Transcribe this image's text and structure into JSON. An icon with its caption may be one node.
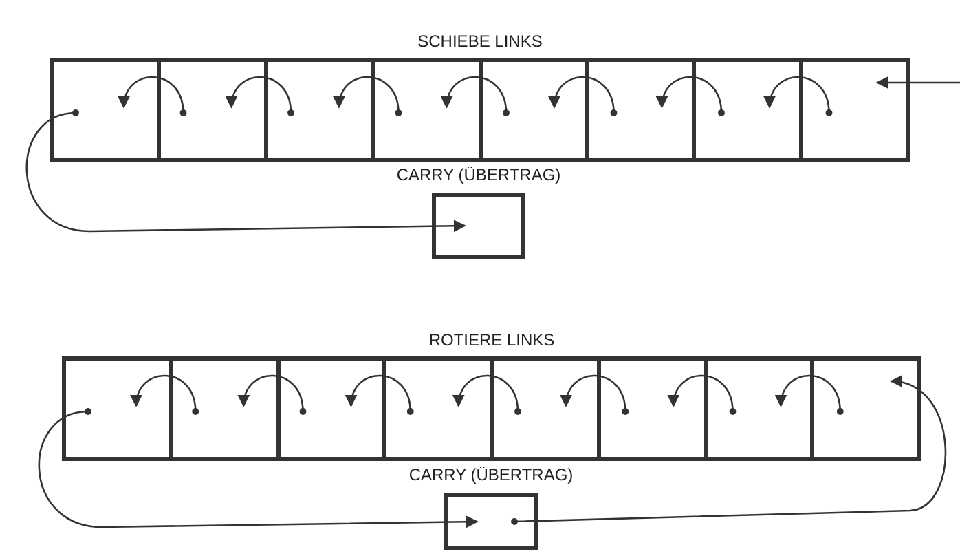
{
  "diagram": {
    "nodes": [
      {
        "text": [
          "SCHIEBE LINKS"
        ]
      },
      {
        "text": [],
        "shape": "box",
        "in": 0
      },
      {
        "text": [],
        "shape": "box",
        "in": 0
      },
      {
        "text": [],
        "shape": "box",
        "in": 0
      },
      {
        "text": [],
        "shape": "box",
        "in": 0
      },
      {
        "text": [],
        "shape": "box",
        "in": 0
      },
      {
        "text": [],
        "shape": "box",
        "in": 0
      },
      {
        "text": [],
        "shape": "box",
        "in": 0
      },
      {
        "text": [],
        "shape": "box",
        "in": 0
      },
      {
        "text": [
          "CARRY (ÜBERTRAG)"
        ]
      },
      {
        "text": [
          "ROTIERE LINKS"
        ]
      },
      {
        "text": [],
        "shape": "box",
        "in": 10
      },
      {
        "text": [],
        "shape": "box",
        "in": 10
      },
      {
        "text": [],
        "shape": "box",
        "in": 10
      },
      {
        "text": [],
        "shape": "box",
        "in": 10
      },
      {
        "text": [],
        "shape": "box",
        "in": 10
      },
      {
        "text": [],
        "shape": "box",
        "in": 10
      },
      {
        "text": [],
        "shape": "box",
        "in": 10
      },
      {
        "text": [],
        "shape": "box",
        "in": 10
      },
      {
        "text": [
          "CARRY (ÜBERTRAG)"
        ]
      }
    ],
    "edges": [
      {
        "from": 2,
        "to": 1,
        "arrow": "to"
      },
      {
        "from": 3,
        "to": 2,
        "arrow": "to"
      },
      {
        "from": 4,
        "to": 3,
        "arrow": "to"
      },
      {
        "from": 5,
        "to": 4,
        "arrow": "to"
      },
      {
        "from": 6,
        "to": 5,
        "arrow": "to"
      },
      {
        "from": 7,
        "to": 6,
        "arrow": "to"
      },
      {
        "from": 8,
        "to": 7,
        "arrow": "to"
      },
      {
        "from": null,
        "to": 8,
        "arrow": "to"
      },
      {
        "from": 1,
        "to": 9,
        "arrow": "to"
      },
      {
        "from": 12,
        "to": 11,
        "arrow": "to"
      },
      {
        "from": 13,
        "to": 12,
        "arrow": "to"
      },
      {
        "from": 14,
        "to": 13,
        "arrow": "to"
      },
      {
        "from": 15,
        "to": 14,
        "arrow": "to"
      },
      {
        "from": 16,
        "to": 15,
        "arrow": "to"
      },
      {
        "from": 17,
        "to": 16,
        "arrow": "to"
      },
      {
        "from": 18,
        "to": 17,
        "arrow": "to"
      },
      {
        "from": 11,
        "to": 19,
        "arrow": "to"
      },
      {
        "from": 19,
        "to": 18,
        "arrow": "to"
      }
    ]
  }
}
